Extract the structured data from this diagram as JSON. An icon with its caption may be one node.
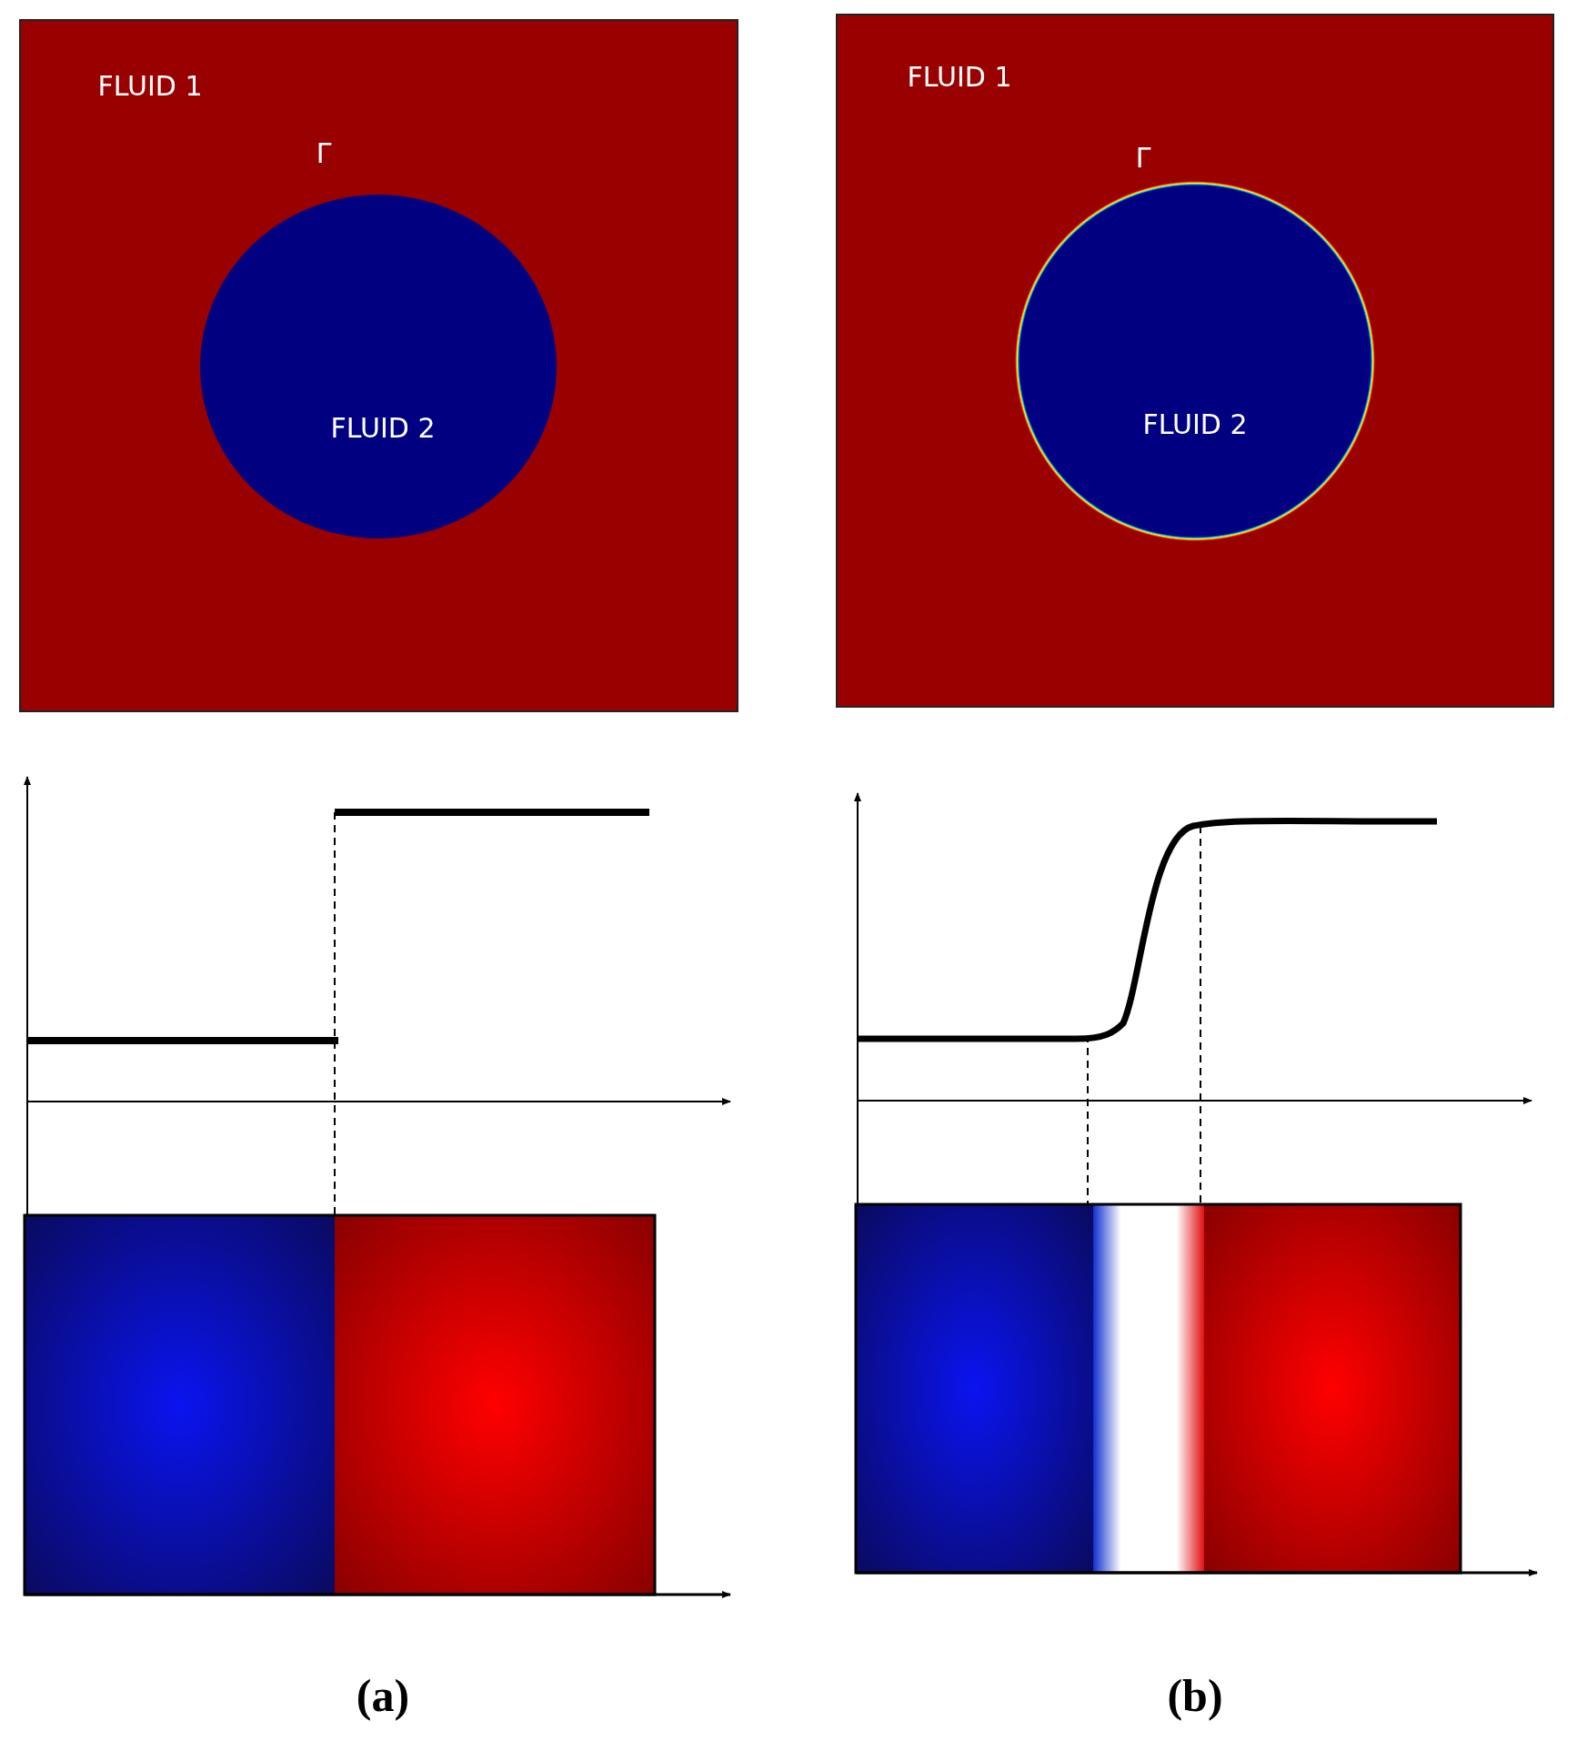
{
  "diagram": {
    "labels": [
      "FLUID 1",
      "Γ",
      "FLUID 2",
      "FLUID 1",
      "Γ",
      "FLUID 2",
      "(a)",
      "(b)"
    ]
  }
}
